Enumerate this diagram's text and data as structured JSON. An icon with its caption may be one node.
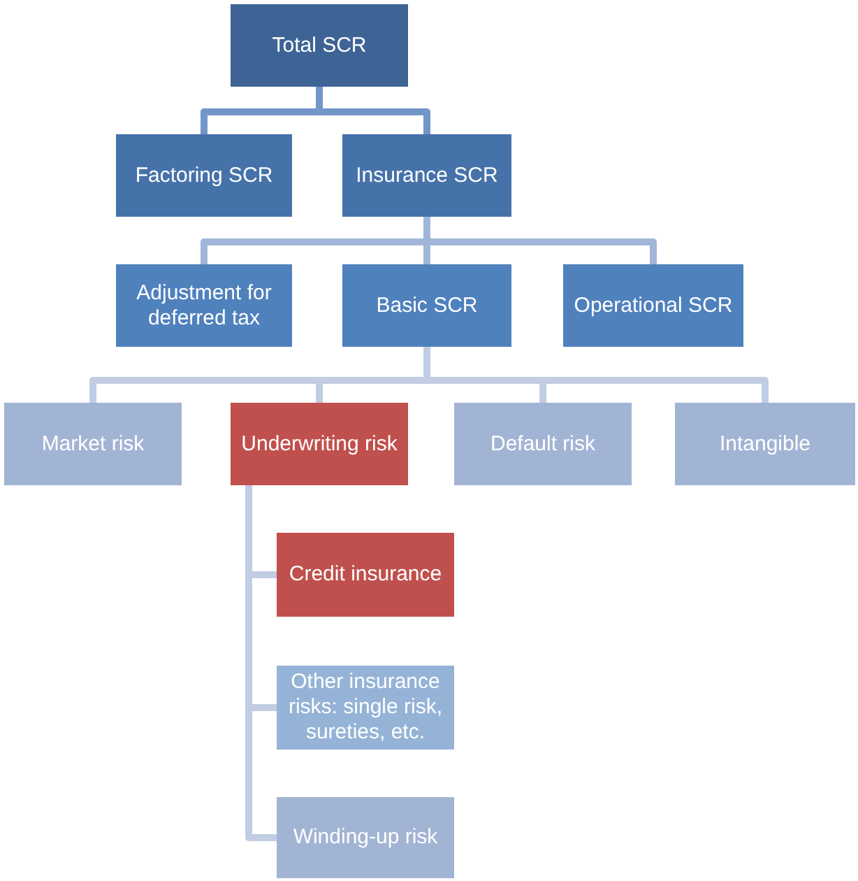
{
  "diagram": {
    "nodes": [
      {
        "text": [
          "Total SCR"
        ]
      },
      {
        "text": [
          "Factoring SCR"
        ]
      },
      {
        "text": [
          "Insurance SCR"
        ]
      },
      {
        "text": [
          "Adjustment for deferred tax"
        ]
      },
      {
        "text": [
          "Basic SCR"
        ]
      },
      {
        "text": [
          "Operational SCR"
        ]
      },
      {
        "text": [
          "Market risk"
        ]
      },
      {
        "text": [
          "Underwriting risk"
        ]
      },
      {
        "text": [
          "Default risk"
        ]
      },
      {
        "text": [
          "Intangible"
        ]
      },
      {
        "text": [
          "Credit insurance"
        ]
      },
      {
        "text": [
          "Other insurance risks: single risk, sureties, etc."
        ]
      },
      {
        "text": [
          "Winding-up risk"
        ]
      }
    ],
    "edges": [
      {
        "from": 0,
        "to": 1,
        "arrow": "none",
        "color": "#7396c9"
      },
      {
        "from": 0,
        "to": 2,
        "arrow": "none",
        "color": "#7396c9"
      },
      {
        "from": 2,
        "to": 3,
        "arrow": "none",
        "color": "#a0b5d8"
      },
      {
        "from": 2,
        "to": 4,
        "arrow": "none",
        "color": "#a0b5d8"
      },
      {
        "from": 2,
        "to": 5,
        "arrow": "none",
        "color": "#a0b5d8"
      },
      {
        "from": 4,
        "to": 6,
        "arrow": "none"
      },
      {
        "from": 4,
        "to": 7,
        "arrow": "none"
      },
      {
        "from": 4,
        "to": 8,
        "arrow": "none"
      },
      {
        "from": 4,
        "to": 9,
        "arrow": "none"
      },
      {
        "from": 7,
        "to": 10,
        "arrow": "none"
      },
      {
        "from": 7,
        "to": 11,
        "arrow": "none"
      },
      {
        "from": 7,
        "to": 12,
        "arrow": "none"
      }
    ]
  }
}
